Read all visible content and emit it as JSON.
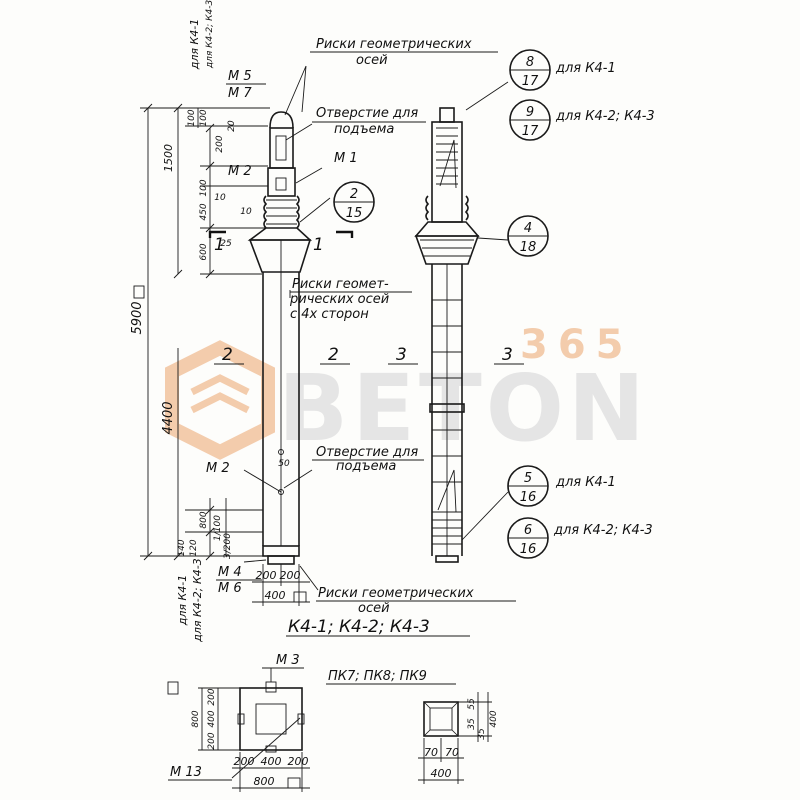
{
  "marks": {
    "m5": "M 5",
    "m7": "M 7",
    "m2_top": "M 2",
    "m1": "M 1",
    "m2_mid": "M 2",
    "m4": "M 4",
    "m6": "M 6",
    "m3": "M 3",
    "m13": "M 13"
  },
  "notes": {
    "risk_top_1": "Риски геометрических",
    "risk_top_2": "осей",
    "hole_top_1": "Отверстие для",
    "hole_top_2": "подъема",
    "risk_side_1": "Риски геомет-",
    "risk_side_2": "рических осей",
    "risk_side_3": "с 4х сторон",
    "hole_mid_1": "Отверстие для",
    "hole_mid_2": "подъема",
    "risk_bot_1": "Риски геометрических",
    "risk_bot_2": "осей"
  },
  "dims": {
    "d5900": "5900",
    "d1500": "1500",
    "d4400": "4400",
    "d100a": "100",
    "d100b": "100",
    "d200a": "200",
    "d20a": "20",
    "d100c": "100",
    "d450": "450",
    "d10a": "10",
    "d10b": "10",
    "d25": "25",
    "d600": "600",
    "d50": "50",
    "d800v": "800",
    "d1400": "1/100",
    "d3200": "3/200",
    "d140": "140",
    "d120": "120",
    "d200b": "200",
    "d200c": "200",
    "d400": "400",
    "s200a": "200",
    "s400a": "400",
    "s200b": "200",
    "s200c": "200",
    "s400b": "400",
    "s200d": "200",
    "s800h": "800",
    "s800v": "800",
    "p55": "55",
    "p35": "35",
    "p400v": "400",
    "p35b": "35",
    "p70a": "70",
    "p70b": "70",
    "p400h": "400"
  },
  "side_labels": {
    "top_a": "для К4-1",
    "top_b": "для К4-2; К4-3",
    "bot_a": "для К4-1",
    "bot_b": "для К4-2; К4-3"
  },
  "section_marks": {
    "sec_left_1": "1",
    "sec_right_1": "1",
    "cut_2a": "2",
    "cut_2b": "2",
    "cut_3a": "3",
    "cut_3b": "3"
  },
  "callouts": [
    {
      "top": "2",
      "bottom": "15"
    },
    {
      "top": "8",
      "bottom": "17",
      "note": "для К4-1"
    },
    {
      "top": "9",
      "bottom": "17",
      "note": "для К4-2; К4-3"
    },
    {
      "top": "4",
      "bottom": "18"
    },
    {
      "top": "5",
      "bottom": "16",
      "note": "для К4-1"
    },
    {
      "top": "6",
      "bottom": "16",
      "note": "для К4-2; К4-3"
    }
  ],
  "titles": {
    "main": "К4-1; К4-2; К4-3",
    "plate": "ПК7; ПК8; ПК9"
  },
  "watermark": {
    "brand": "BETON",
    "number": "365",
    "colors": {
      "orange": "#f2c7a4",
      "grey": "#e3e3e3"
    }
  }
}
